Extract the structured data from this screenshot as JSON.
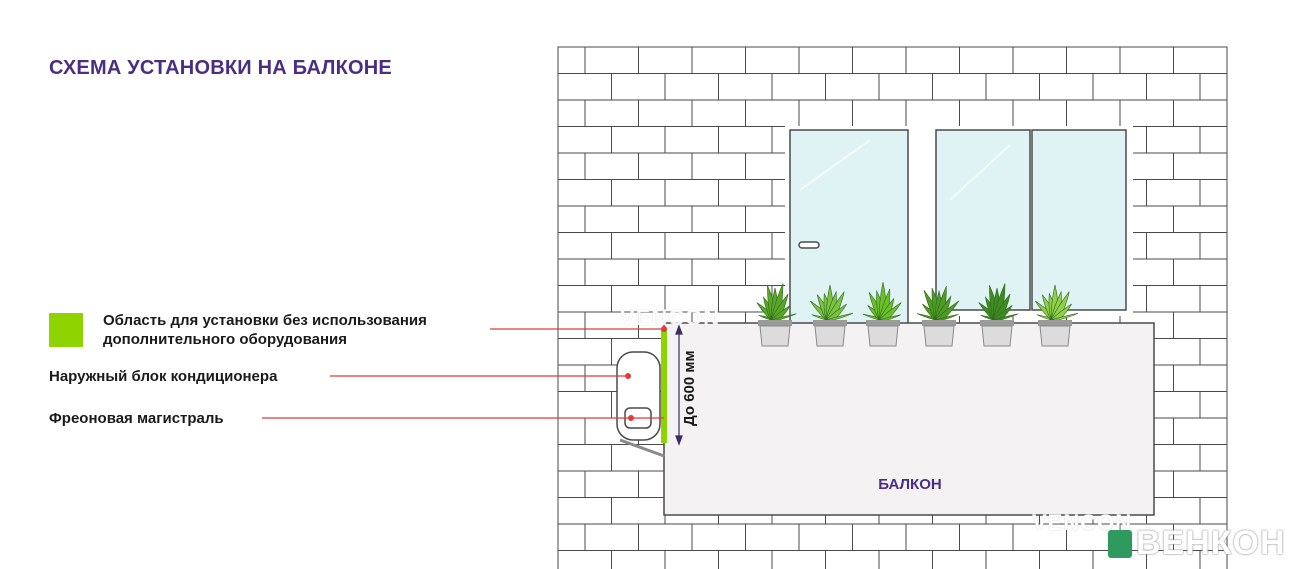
{
  "title": "СХЕМА УСТАНОВКИ НА БАЛКОНЕ",
  "legend": {
    "area": "Область для установки без использования дополнительного оборудования",
    "outdoor_unit": "Наружный блок кондиционера",
    "freon_line": "Фреоновая магистраль"
  },
  "dimension_label": "До 600 мм",
  "balcony_label": "БАЛКОН",
  "watermark": {
    "top": "VENCON",
    "bottom_latin": "VENCON",
    "bottom_cyrillic": "ВЕНКОН"
  },
  "colors": {
    "title": "#4b2e83",
    "install_area": "#8fd400",
    "pointer": "#e23b3b",
    "brick_line": "#4a4a4a",
    "window_glass": "#dff3f4",
    "balcony_fill": "#f4f2f2",
    "plant_green": "#6bbf2a",
    "pot": "#dcdcdc",
    "logo_green": "#2e9a5e"
  },
  "icons": [
    "plant-pot-icon",
    "door-handle-icon",
    "outdoor-unit-icon"
  ]
}
